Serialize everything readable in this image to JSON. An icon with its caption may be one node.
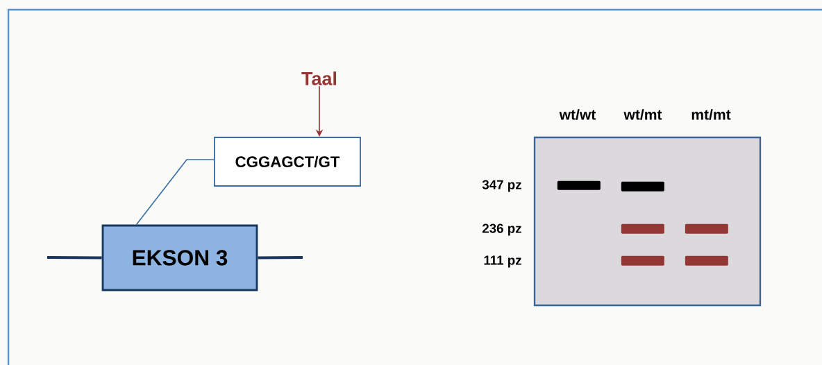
{
  "diagram": {
    "nodes": [
      {
        "text": [
          "EKSON 3"
        ]
      },
      {
        "text": [
          "CGGAGCT/GT"
        ]
      },
      {
        "text": [
          "Taal"
        ]
      },
      {
        "text": [],
        "shape": "box"
      },
      {
        "text": [],
        "shape": "bar",
        "in": 3
      },
      {
        "text": [],
        "shape": "bar",
        "in": 3
      },
      {
        "text": [],
        "shape": "bar",
        "in": 3
      },
      {
        "text": [],
        "shape": "bar",
        "in": 3
      },
      {
        "text": [],
        "shape": "bar",
        "in": 3
      },
      {
        "text": [],
        "shape": "bar",
        "in": 3
      }
    ],
    "edges": [
      {
        "from": null,
        "to": 0,
        "arrow": "none",
        "style": "thick",
        "color": "#17375e"
      },
      {
        "from": 0,
        "to": null,
        "arrow": "none",
        "style": "thick",
        "color": "#17375e"
      },
      {
        "from": 0,
        "to": 1,
        "arrow": "none"
      },
      {
        "from": 2,
        "to": 1,
        "arrow": "to",
        "color": "#943634"
      }
    ],
    "labels": [
      "wt/wt",
      "wt/mt",
      "mt/mt",
      "347 pz",
      "236 pz",
      "111 pz"
    ]
  }
}
